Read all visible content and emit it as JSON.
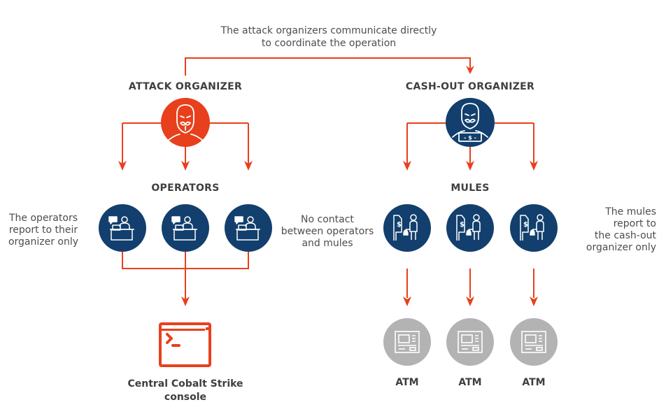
{
  "colors": {
    "accent": "#e8401c",
    "navy": "#123f6d",
    "atm_gray": "#b3b3b3",
    "text": "#4a4a4a"
  },
  "top_caption": "The attack organizers communicate directly\nto coordinate the operation",
  "attack_side": {
    "organizer_label": "ATTACK ORGANIZER",
    "organizer_icon": "masked-hacker-icon",
    "group_label": "OPERATORS",
    "members": [
      {
        "icon": "operator-at-desk-icon"
      },
      {
        "icon": "operator-at-desk-icon"
      },
      {
        "icon": "operator-at-desk-icon"
      }
    ],
    "note": "The operators\nreport to their\norganizer only",
    "target_label": "Central Cobalt Strike\nconsole",
    "target_icon": "terminal-console-icon"
  },
  "cashout_side": {
    "organizer_label": "CASH-OUT ORGANIZER",
    "organizer_icon": "masked-hacker-with-money-icon",
    "group_label": "MULES",
    "members": [
      {
        "icon": "mule-at-atm-icon"
      },
      {
        "icon": "mule-at-atm-icon"
      },
      {
        "icon": "mule-at-atm-icon"
      }
    ],
    "note": "The mules\nreport to\nthe cash-out\norganizer only",
    "atms": [
      {
        "label": "ATM",
        "icon": "atm-icon"
      },
      {
        "label": "ATM",
        "icon": "atm-icon"
      },
      {
        "label": "ATM",
        "icon": "atm-icon"
      }
    ]
  },
  "middle_note": "No contact\nbetween operators\nand mules"
}
